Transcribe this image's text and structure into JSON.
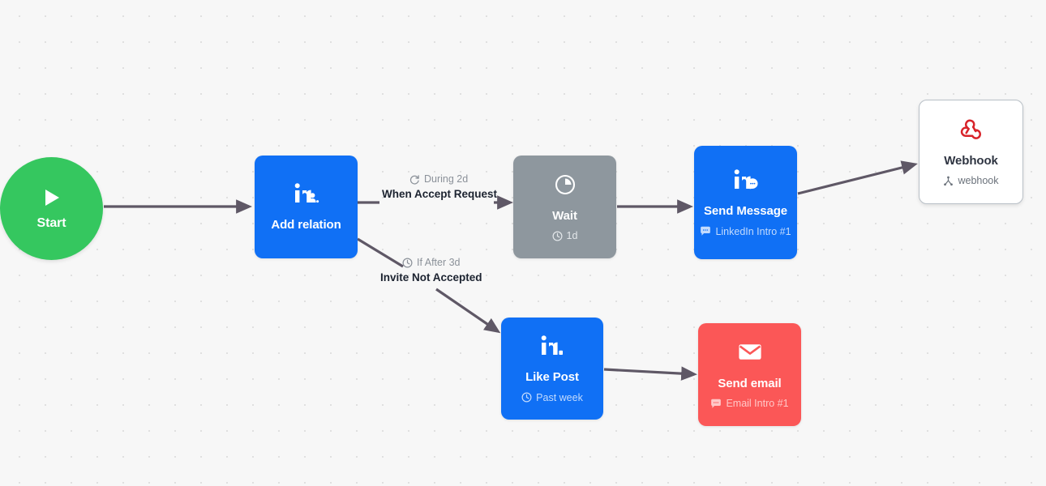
{
  "canvas": {
    "background_color": "#f7f7f7",
    "dot_color": "#e0e0e0",
    "edge_color": "#5f5866"
  },
  "nodes": [
    {
      "id": "start",
      "title": "Start",
      "subtitle": "",
      "icon": "play-icon",
      "color": "#35c75f",
      "shape": "circle"
    },
    {
      "id": "add-relation",
      "title": "Add relation",
      "subtitle": "",
      "icon": "linkedin-add-connection-icon",
      "color": "#1070f5",
      "shape": "rounded-square"
    },
    {
      "id": "wait",
      "title": "Wait",
      "subtitle": "1d",
      "subtitle_icon": "clock-icon",
      "icon": "timer-pie-icon",
      "color": "#8e979e",
      "shape": "rounded-square"
    },
    {
      "id": "send-message",
      "title": "Send Message",
      "subtitle": "LinkedIn Intro #1",
      "subtitle_icon": "message-bubble-icon",
      "icon": "linkedin-message-icon",
      "color": "#1070f5",
      "shape": "rounded-square"
    },
    {
      "id": "webhook",
      "title": "Webhook",
      "subtitle": "webhook",
      "subtitle_icon": "branch-icon",
      "icon": "webhook-logo-icon",
      "color": "#ffffff",
      "icon_color": "#d8232a",
      "shape": "rounded-square"
    },
    {
      "id": "like-post",
      "title": "Like Post",
      "subtitle": "Past week",
      "subtitle_icon": "clock-icon",
      "icon": "linkedin-like-icon",
      "color": "#1070f5",
      "shape": "rounded-square"
    },
    {
      "id": "send-email",
      "title": "Send email",
      "subtitle": "Email Intro #1",
      "subtitle_icon": "message-bubble-icon",
      "icon": "envelope-icon",
      "color": "#fb5757",
      "shape": "rounded-square"
    }
  ],
  "edge_labels": [
    {
      "id": "accept",
      "condition": "During 2d",
      "condition_icon": "refresh-icon",
      "label": "When Accept Request"
    },
    {
      "id": "not-accepted",
      "condition": "If After 3d",
      "condition_icon": "clock-icon",
      "label": "Invite Not Accepted"
    }
  ]
}
